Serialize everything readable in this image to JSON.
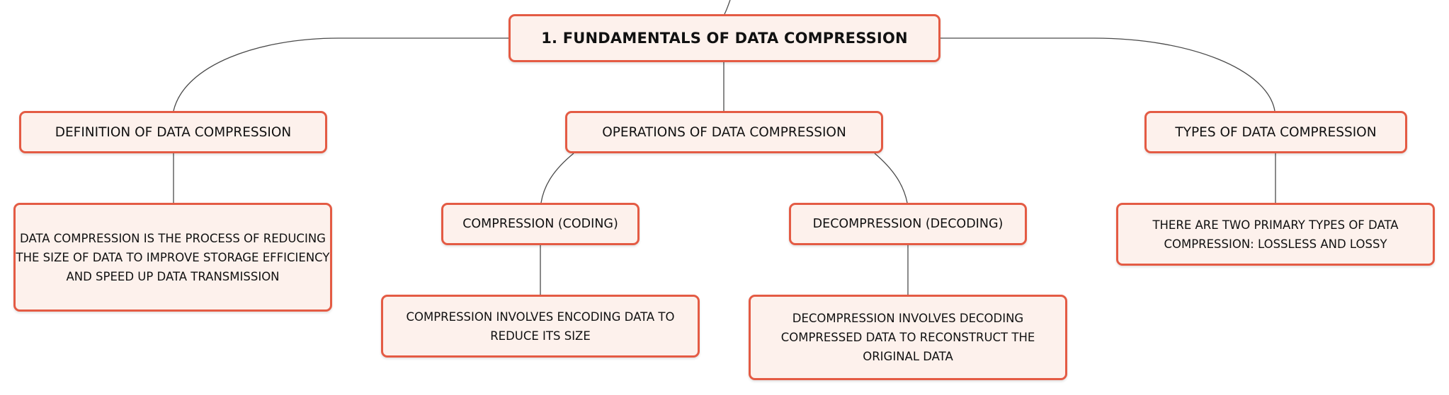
{
  "title": "1. FUNDAMENTALS OF DATA COMPRESSION",
  "branches": {
    "definition": {
      "label": "DEFINITION OF DATA COMPRESSION",
      "detail": "DATA COMPRESSION IS THE PROCESS OF REDUCING THE SIZE OF DATA TO IMPROVE STORAGE EFFICIENCY AND SPEED UP DATA TRANSMISSION"
    },
    "operations": {
      "label": "OPERATIONS OF DATA COMPRESSION",
      "compression": {
        "label": "COMPRESSION (CODING)",
        "detail": "COMPRESSION INVOLVES ENCODING DATA TO REDUCE ITS SIZE"
      },
      "decompression": {
        "label": "DECOMPRESSION (DECODING)",
        "detail": "DECOMPRESSION INVOLVES DECODING COMPRESSED DATA TO RECONSTRUCT THE ORIGINAL DATA"
      }
    },
    "types": {
      "label": "TYPES OF DATA COMPRESSION",
      "detail": "THERE ARE TWO PRIMARY TYPES OF DATA COMPRESSION: LOSSLESS AND LOSSY"
    }
  },
  "colors": {
    "node_border": "#e45b44",
    "node_fill": "#fdf1ec",
    "connector": "#4a4a4a",
    "text": "#111111"
  }
}
